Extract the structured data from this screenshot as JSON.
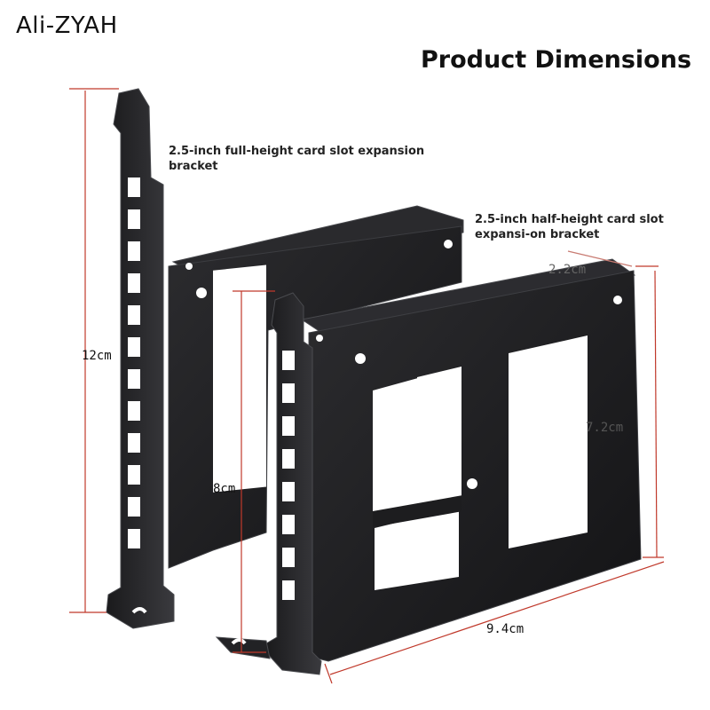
{
  "brand": {
    "name": "Ali-ZYAH"
  },
  "heading": {
    "title": "Product Dimensions"
  },
  "captions": {
    "full_height": "2.5-inch full-height card slot expansion bracket",
    "half_height": "2.5-inch half-height card slot expansi-on bracket"
  },
  "dimensions": {
    "full_height_length": "12cm",
    "half_height_length": "8cm",
    "depth": "2.2cm",
    "height": "7.2cm",
    "width": "9.4cm"
  },
  "colors": {
    "metal": "#1c1c1e",
    "metal_light": "#2e2e31",
    "edge": "#55565a",
    "dimension_line": "#c0392b"
  }
}
